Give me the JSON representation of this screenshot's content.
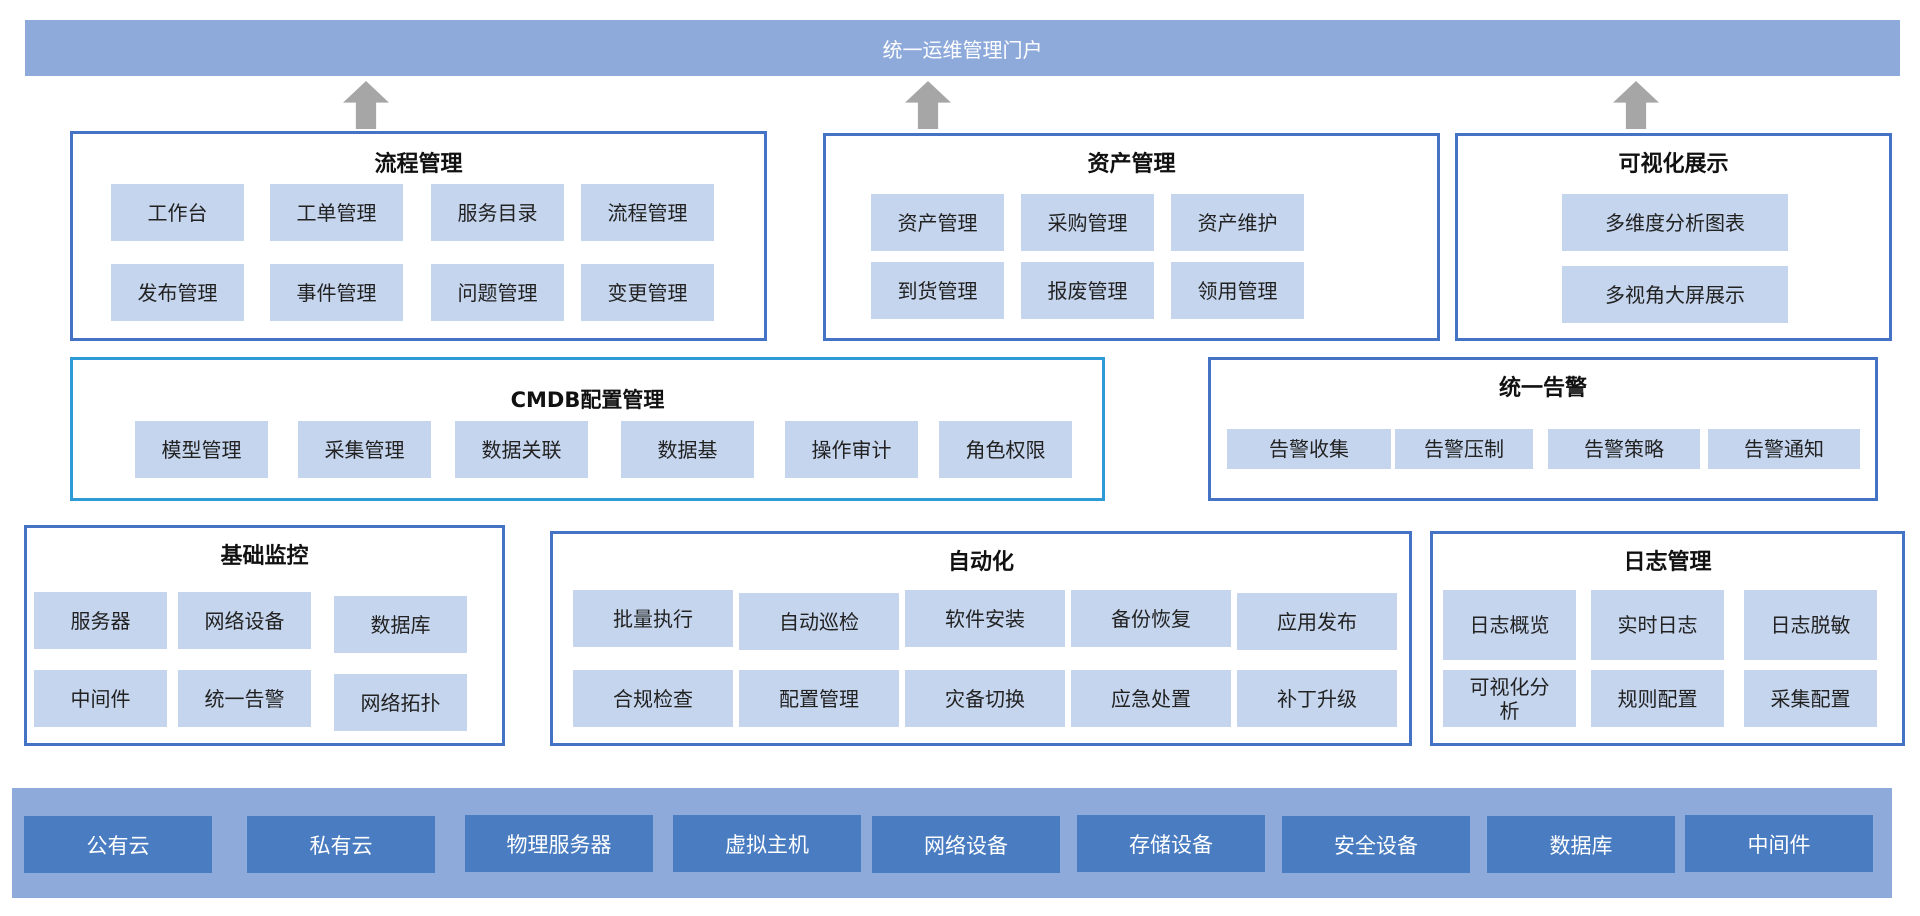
{
  "portal_title": "统一运维管理门户",
  "process": {
    "title": "流程管理",
    "items": [
      "工作台",
      "工单管理",
      "服务目录",
      "流程管理",
      "发布管理",
      "事件管理",
      "问题管理",
      "变更管理"
    ]
  },
  "asset": {
    "title": "资产管理",
    "items": [
      "资产管理",
      "采购管理",
      "资产维护",
      "到货管理",
      "报废管理",
      "领用管理"
    ]
  },
  "visual": {
    "title": "可视化展示",
    "items": [
      "多维度分析图表",
      "多视角大屏展示"
    ]
  },
  "cmdb": {
    "title": "CMDB配置管理",
    "items": [
      "模型管理",
      "采集管理",
      "数据关联",
      "数据基",
      "操作审计",
      "角色权限"
    ]
  },
  "alert": {
    "title": "统一告警",
    "items": [
      "告警收集",
      "告警压制",
      "告警策略",
      "告警通知"
    ]
  },
  "monitor": {
    "title": "基础监控",
    "items": [
      "服务器",
      "网络设备",
      "数据库",
      "中间件",
      "统一告警",
      "网络拓扑"
    ]
  },
  "automation": {
    "title": "自动化",
    "items": [
      "批量执行",
      "自动巡检",
      "软件安装",
      "备份恢复",
      "应用发布",
      "合规检查",
      "配置管理",
      "灾备切换",
      "应急处置",
      "补丁升级"
    ]
  },
  "log": {
    "title": "日志管理",
    "items": [
      "日志概览",
      "实时日志",
      "日志脱敏",
      "可视化分析",
      "规则配置",
      "采集配置"
    ]
  },
  "infrastructure": {
    "items": [
      "公有云",
      "私有云",
      "物理服务器",
      "虚拟主机",
      "网络设备",
      "存储设备",
      "安全设备",
      "数据库",
      "中间件"
    ]
  }
}
